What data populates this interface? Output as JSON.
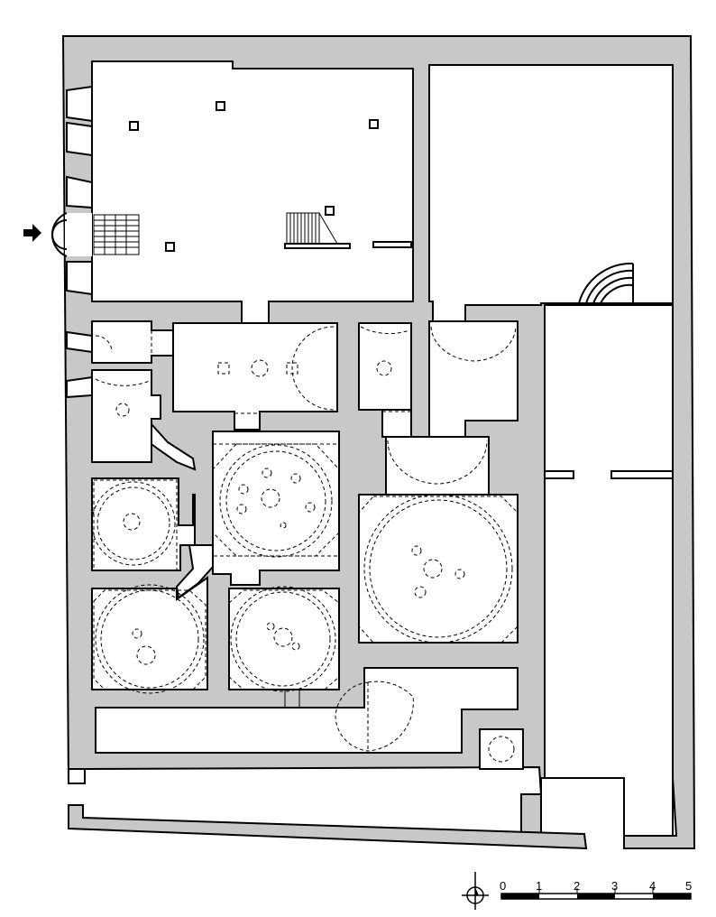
{
  "plan": {
    "entrance_marker": "entrance-arrow",
    "scale_bar": {
      "labels": [
        "0",
        "1",
        "2",
        "3",
        "4",
        "5"
      ],
      "north_symbol": "north-compass-icon"
    },
    "colors": {
      "wall_fill": "#c8c8c8",
      "room_fill": "#ffffff",
      "line": "#000000"
    }
  }
}
